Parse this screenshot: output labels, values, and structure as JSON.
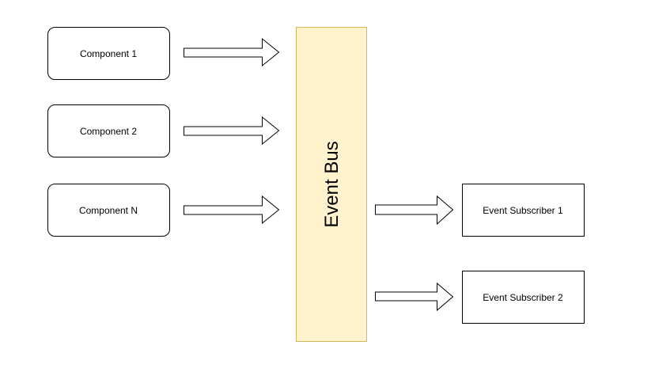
{
  "components": [
    {
      "label": "Component 1"
    },
    {
      "label": "Component 2"
    },
    {
      "label": "Component N"
    }
  ],
  "bus": {
    "label": "Event Bus",
    "fill": "#fff2cc",
    "stroke": "#d6b656"
  },
  "subscribers": [
    {
      "label": "Event Subscriber 1"
    },
    {
      "label": "Event Subscriber 2"
    }
  ]
}
